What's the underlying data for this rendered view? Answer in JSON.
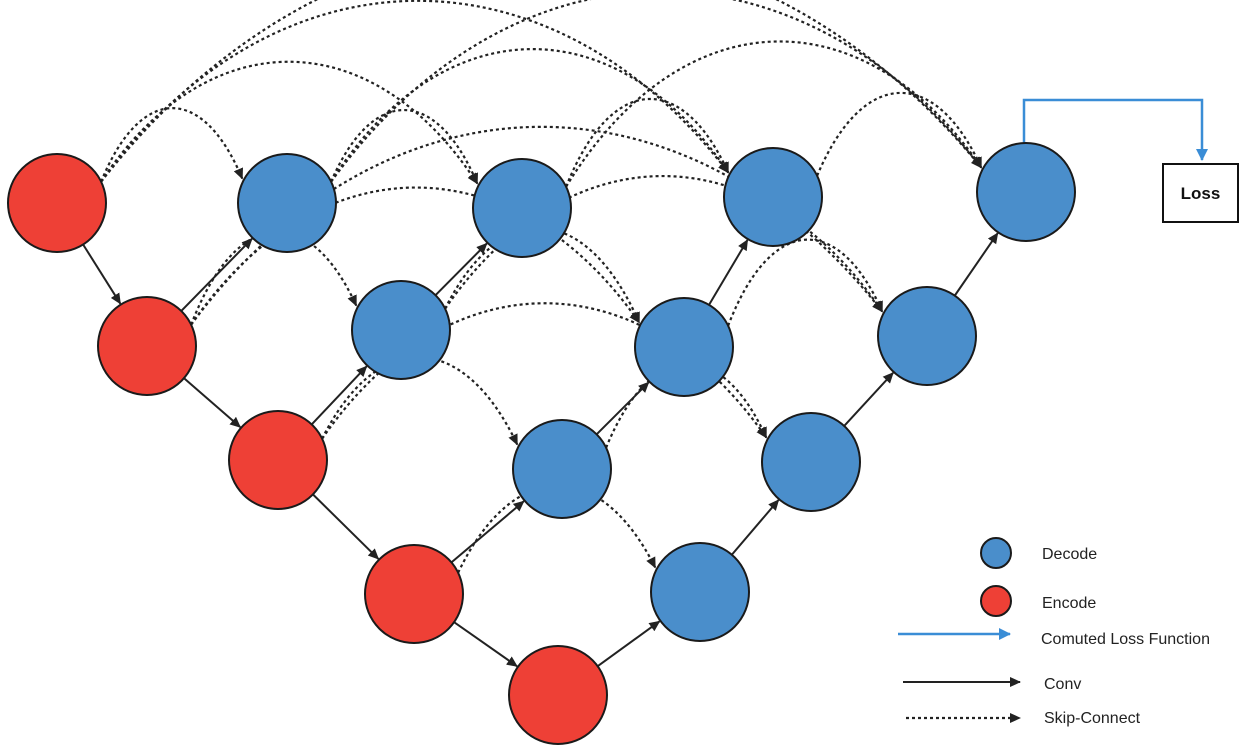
{
  "colors": {
    "encode": "#ee4036",
    "decode": "#4a8ecb",
    "loss_line": "#3a8dd6",
    "conv": "#222222",
    "skip": "#222222"
  },
  "loss_box": {
    "label": "Loss"
  },
  "nodes": [
    {
      "id": "X00",
      "type": "encode"
    },
    {
      "id": "X10",
      "type": "encode"
    },
    {
      "id": "X20",
      "type": "encode"
    },
    {
      "id": "X30",
      "type": "encode"
    },
    {
      "id": "X40",
      "type": "encode"
    },
    {
      "id": "X01",
      "type": "decode"
    },
    {
      "id": "X11",
      "type": "decode"
    },
    {
      "id": "X21",
      "type": "decode"
    },
    {
      "id": "X31",
      "type": "decode"
    },
    {
      "id": "X02",
      "type": "decode"
    },
    {
      "id": "X12",
      "type": "decode"
    },
    {
      "id": "X22",
      "type": "decode"
    },
    {
      "id": "X03",
      "type": "decode"
    },
    {
      "id": "X13",
      "type": "decode"
    },
    {
      "id": "X04",
      "type": "decode"
    }
  ],
  "conv_edges": [
    [
      "X00",
      "X10"
    ],
    [
      "X10",
      "X20"
    ],
    [
      "X20",
      "X30"
    ],
    [
      "X30",
      "X40"
    ],
    [
      "X10",
      "X01"
    ],
    [
      "X20",
      "X11"
    ],
    [
      "X30",
      "X21"
    ],
    [
      "X40",
      "X31"
    ],
    [
      "X11",
      "X02"
    ],
    [
      "X21",
      "X12"
    ],
    [
      "X31",
      "X22"
    ],
    [
      "X12",
      "X03"
    ],
    [
      "X22",
      "X13"
    ],
    [
      "X13",
      "X04"
    ]
  ],
  "skip_edges": [
    [
      "X00",
      "X01"
    ],
    [
      "X00",
      "X02"
    ],
    [
      "X00",
      "X03"
    ],
    [
      "X00",
      "X04"
    ],
    [
      "X01",
      "X02"
    ],
    [
      "X01",
      "X03"
    ],
    [
      "X01",
      "X04"
    ],
    [
      "X02",
      "X03"
    ],
    [
      "X02",
      "X04"
    ],
    [
      "X03",
      "X04"
    ],
    [
      "X10",
      "X11"
    ],
    [
      "X10",
      "X12"
    ],
    [
      "X10",
      "X13"
    ],
    [
      "X11",
      "X12"
    ],
    [
      "X11",
      "X13"
    ],
    [
      "X12",
      "X13"
    ],
    [
      "X20",
      "X21"
    ],
    [
      "X20",
      "X22"
    ],
    [
      "X21",
      "X22"
    ],
    [
      "X30",
      "X31"
    ]
  ],
  "legend": {
    "decode": "Decode",
    "encode": "Encode",
    "loss": "Comuted Loss Function",
    "conv": "Conv",
    "skip": "Skip-Connect"
  }
}
